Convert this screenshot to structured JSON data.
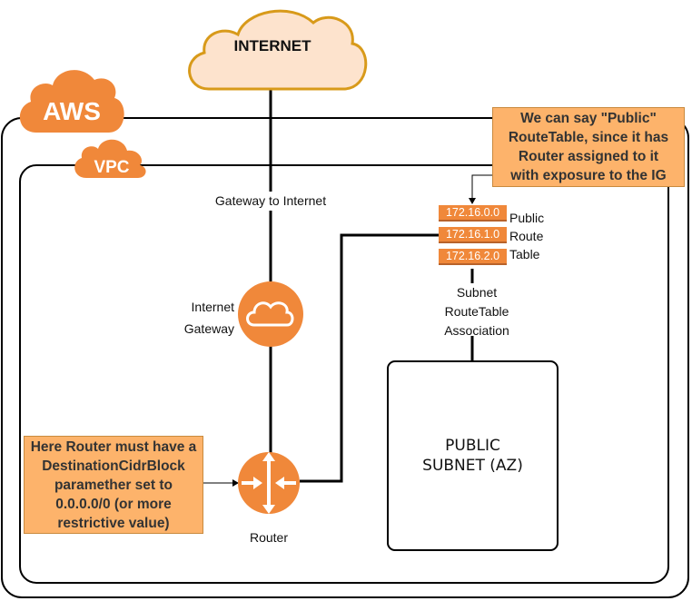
{
  "internet": {
    "label": "INTERNET"
  },
  "aws": {
    "label": "AWS"
  },
  "vpc": {
    "label": "VPC"
  },
  "edges": {
    "gateway_to_internet": "Gateway to Internet"
  },
  "internet_gateway": {
    "label_line1": "Internet",
    "label_line2": "Gateway"
  },
  "router": {
    "label": "Router"
  },
  "route_table": {
    "entries": [
      "172.16.0.0",
      "172.16.1.0",
      "172.16.2.0"
    ],
    "label_line1": "Public",
    "label_line2": "Route",
    "label_line3": "Table"
  },
  "association": {
    "line1": "Subnet",
    "line2": "RouteTable",
    "line3": "Association"
  },
  "subnet": {
    "line1": "PUBLIC",
    "line2": "SUBNET (AZ)"
  },
  "notes": {
    "public_routetable": [
      "We can say \"Public\"",
      "RouteTable, since it has",
      "Router assigned to it",
      "with exposure to the IG"
    ],
    "router_note": [
      "Here Router must have a",
      "DestinationCidrBlock",
      "paramether set to",
      "0.0.0.0/0 (or more",
      "restrictive value)"
    ]
  },
  "colors": {
    "aws_orange": "#f0883a",
    "internet_fill": "#fde3cd",
    "internet_stroke": "#d89a1a",
    "note_fill": "#fdb36b"
  }
}
